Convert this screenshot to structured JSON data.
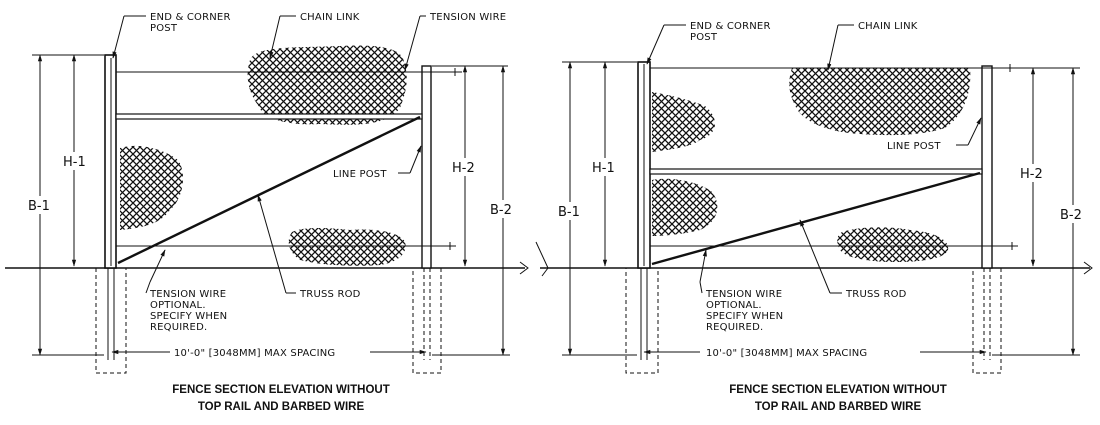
{
  "panels": [
    {
      "end_corner_post": [
        "END & CORNER",
        "POST"
      ],
      "chain_link": "CHAIN LINK",
      "tension_wire": "TENSION WIRE",
      "line_post": "LINE POST",
      "truss_rod": "TRUSS ROD",
      "tension_wire_note": [
        "TENSION WIRE",
        "OPTIONAL.",
        "SPECIFY WHEN",
        "REQUIRED."
      ],
      "spacing": "10'-0\" [3048MM] MAX SPACING",
      "h1": "H-1",
      "h2": "H-2",
      "b1": "B-1",
      "b2": "B-2",
      "caption": [
        "FENCE SECTION ELEVATION WITHOUT",
        "TOP RAIL AND BARBED WIRE"
      ]
    },
    {
      "end_corner_post": [
        "END & CORNER",
        "POST"
      ],
      "chain_link": "CHAIN LINK",
      "line_post": "LINE POST",
      "truss_rod": "TRUSS ROD",
      "tension_wire_note": [
        "TENSION WIRE",
        "OPTIONAL.",
        "SPECIFY WHEN",
        "REQUIRED."
      ],
      "spacing": "10'-0\" [3048MM] MAX SPACING",
      "h1": "H-1",
      "h2": "H-2",
      "b1": "B-1",
      "b2": "B-2",
      "caption": [
        "FENCE SECTION ELEVATION WITHOUT",
        "TOP RAIL AND BARBED WIRE"
      ]
    }
  ]
}
